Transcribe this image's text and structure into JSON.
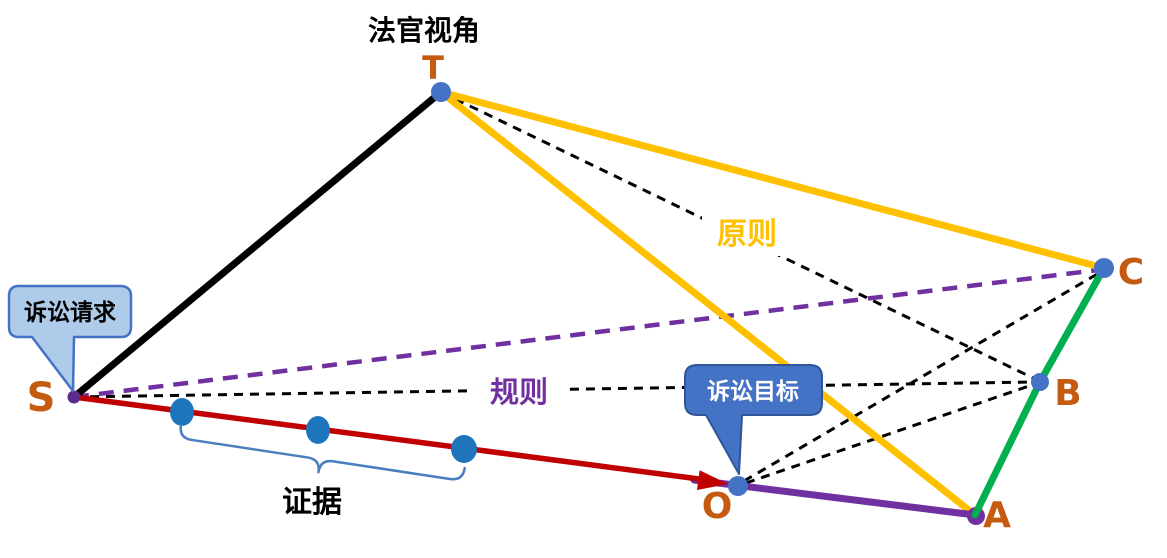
{
  "diagram": {
    "title": "法官视角",
    "nodes": {
      "S": "S",
      "T": "T",
      "O": "O",
      "A": "A",
      "B": "B",
      "C": "C"
    },
    "labels": {
      "principle": "原则",
      "rule": "规则",
      "evidence": "证据"
    },
    "callouts": {
      "claim": "诉讼请求",
      "goal": "诉讼目标"
    },
    "colors": {
      "title_black": "#000000",
      "label_orange": "#C55A11",
      "line_black": "#000000",
      "principle_yellow": "#FFC000",
      "evidence_red": "#C00000",
      "purple": "#7030A0",
      "green": "#00B050",
      "node_blue": "#4472C4",
      "evidence_dot_blue": "#1F75BC",
      "s_node_purple": "#5A2D8A",
      "brace_blue": "#4A7EBF",
      "callout_light_fill": "#AECBEA",
      "callout_border": "#4472C4",
      "callout_dark_fill": "#4472C4",
      "callout_dark_border": "#2F5597",
      "callout_dark_text": "#FFFFFF"
    }
  }
}
